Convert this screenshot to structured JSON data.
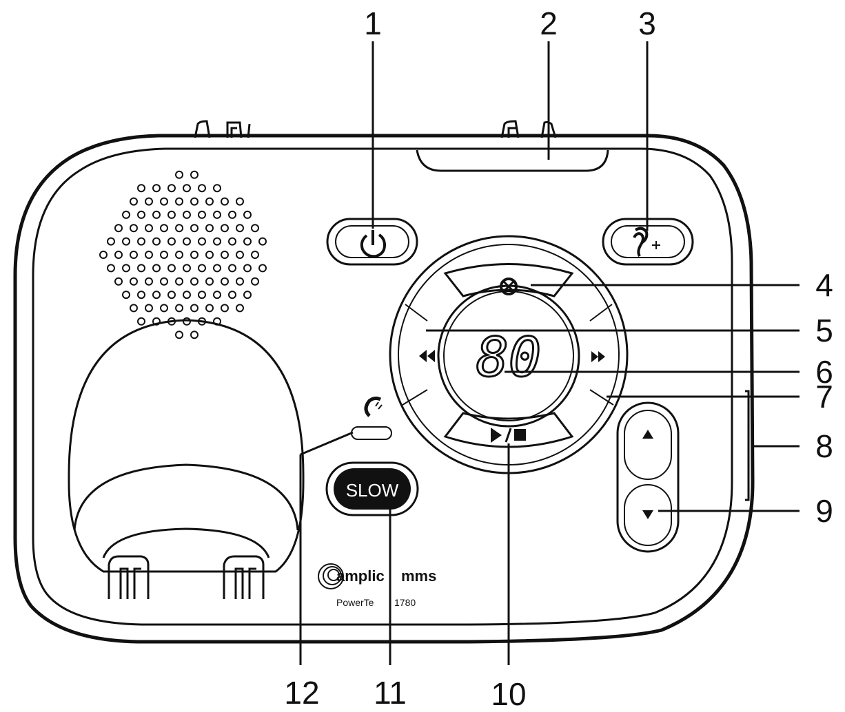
{
  "callouts": [
    {
      "id": "1",
      "label": "1"
    },
    {
      "id": "2",
      "label": "2"
    },
    {
      "id": "3",
      "label": "3"
    },
    {
      "id": "4",
      "label": "4"
    },
    {
      "id": "5",
      "label": "5"
    },
    {
      "id": "6",
      "label": "6"
    },
    {
      "id": "7",
      "label": "7"
    },
    {
      "id": "8",
      "label": "8"
    },
    {
      "id": "9",
      "label": "9"
    },
    {
      "id": "10",
      "label": "10"
    },
    {
      "id": "11",
      "label": "11"
    },
    {
      "id": "12",
      "label": "12"
    }
  ],
  "display": {
    "digits": "80"
  },
  "slow_button": {
    "label": "SLOW"
  },
  "brand": {
    "name_left": "amplic",
    "name_right": "mms",
    "model_left": "PowerTe",
    "model_right": "1780"
  },
  "colors": {
    "line": "#111111",
    "background": "#ffffff",
    "slow_fill": "#111111",
    "slow_text": "#ffffff"
  }
}
